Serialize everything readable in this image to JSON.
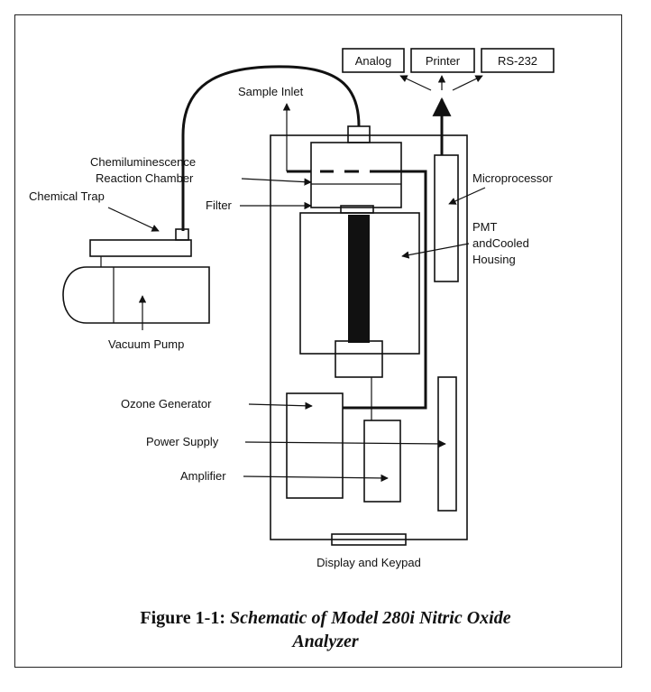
{
  "labels": {
    "analog": "Analog",
    "printer": "Printer",
    "rs232": "RS-232",
    "sample_inlet": "Sample Inlet",
    "chem_line1": "Chemiluminescence",
    "chem_line2": "Reaction Chamber",
    "chemical_trap": "Chemical Trap",
    "filter": "Filter",
    "microprocessor": "Microprocessor",
    "pmt_line1": "PMT",
    "pmt_line2": "andCooled",
    "pmt_line3": "Housing",
    "vacuum_pump": "Vacuum Pump",
    "ozone_generator": "Ozone Generator",
    "power_supply": "Power Supply",
    "amplifier": "Amplifier",
    "display_keypad": "Display and Keypad"
  },
  "caption": {
    "prefix": "Figure 1-1: ",
    "title_line1": "Schematic of Model 280i Nitric Oxide",
    "title_line2": "Analyzer"
  }
}
